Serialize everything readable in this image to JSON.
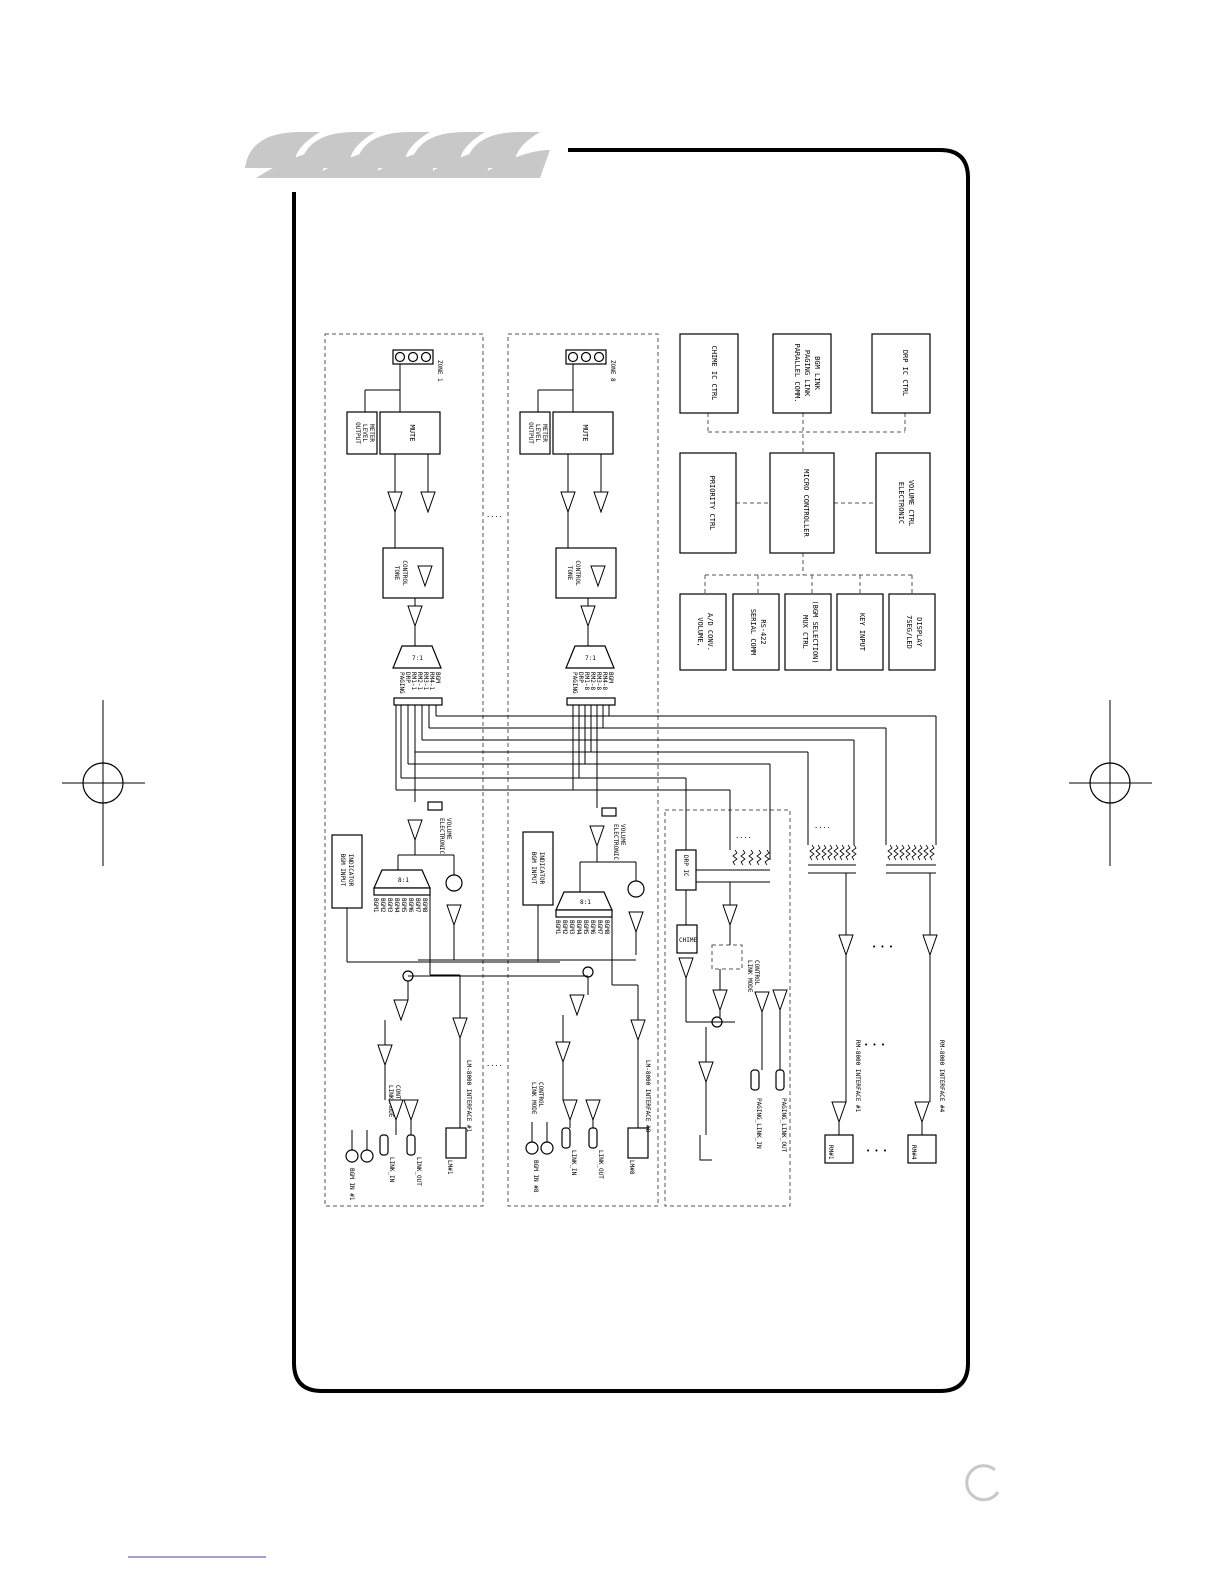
{
  "colors": {
    "ink": "#000000",
    "banner": "#c8c8c8",
    "dash": "#555555"
  },
  "icons": [
    "registration-crosshair-icon",
    "page-corner-icon"
  ],
  "control_blocks": {
    "chime_ic_ctrl": "CHIME IC CTRL",
    "parallel_comm": [
      "PARALLEL COMM.",
      "PAGING LINK",
      "BGM LINK"
    ],
    "drp_ic_ctrl": "DRP IC CTRL",
    "priority_ctrl": "PRIORITY CTRL",
    "micro_controller": "MICRO CONTROLLER",
    "electronic_volume_ctrl": [
      "ELECTRONIC",
      "VOLUME CTRL"
    ],
    "volume_ad": [
      "VOLUME,",
      "A/D CONV."
    ],
    "serial_comm": [
      "SERIAL COMM",
      "RS-422"
    ],
    "mux_ctrl": [
      "MUX CTRL",
      "(BGM SELECTION)"
    ],
    "key_input": "KEY INPUT",
    "display": [
      "7SEG/LED",
      "DISPLAY"
    ]
  },
  "zone1": {
    "zone_label": "ZONE 1",
    "output_meter": [
      "OUTPUT",
      "LEVEL",
      "METER"
    ],
    "mute": "MUTE",
    "tone": [
      "TONE",
      "CONTROL"
    ],
    "mux_ratio": "7:1",
    "sources": [
      "PAGING",
      "DRP",
      "RM1-1",
      "RM2-1",
      "RM3-1",
      "RM4-1",
      "BGM"
    ],
    "electronic_volume": [
      "ELECTRONIC",
      "VOLUME"
    ],
    "bgm_indicator": [
      "BGM INPUT",
      "INDICATOR"
    ],
    "bgm_mux_ratio": "8:1",
    "bgm_list": [
      "BGM1",
      "BGM2",
      "BGM3",
      "BGM4",
      "BGM5",
      "BGM6",
      "BGM7",
      "BGM8"
    ],
    "link_mode": [
      "LINK MODE",
      "CONTROL"
    ],
    "bgm_in": "BGM IN #1",
    "link_in": "LINK_IN",
    "link_out": "LINK_OUT",
    "lm_interface": "LM-8000 INTERFACE #1",
    "lm_label": "LM#1"
  },
  "zone8": {
    "zone_label": "ZONE 8",
    "output_meter": [
      "OUTPUT",
      "LEVEL",
      "METER"
    ],
    "mute": "MUTE",
    "tone": [
      "TONE",
      "CONTROL"
    ],
    "mux_ratio": "7:1",
    "sources": [
      "PAGING",
      "DRP",
      "RM1-8",
      "RM2-8",
      "RM3-8",
      "RM4-8",
      "BGM"
    ],
    "electronic_volume": [
      "ELECTRONIC",
      "VOLUME"
    ],
    "bgm_indicator": [
      "BGM INPUT",
      "INDICATOR"
    ],
    "bgm_mux_ratio": "8:1",
    "bgm_list": [
      "BGM1",
      "BGM2",
      "BGM3",
      "BGM4",
      "BGM5",
      "BGM6",
      "BGM7",
      "BGM8"
    ],
    "link_mode": [
      "LINK MODE",
      "CONTROL"
    ],
    "bgm_in": "BGM IN #8",
    "link_in": "LINK_IN",
    "link_out": "LINK_OUT",
    "lm_interface": "LM-8000 INTERFACE #8",
    "lm_label": "LM#8"
  },
  "paging": {
    "drp_ic": "DRP IC",
    "chime": "CHIME",
    "link_mode": [
      "LINK MODE",
      "CONTROL"
    ],
    "paging_link_in": "PAGING_LINK_IN",
    "paging_link_out": "PAGING_LINK_OUT"
  },
  "rm": {
    "interface_1": "RM-8000 INTERFACE #1",
    "interface_4": "RM-8000 INTERFACE #4",
    "rm1": "RM#1",
    "rm4": "RM#4"
  },
  "ellipsis": "....",
  "ellipsis3": "• • •"
}
